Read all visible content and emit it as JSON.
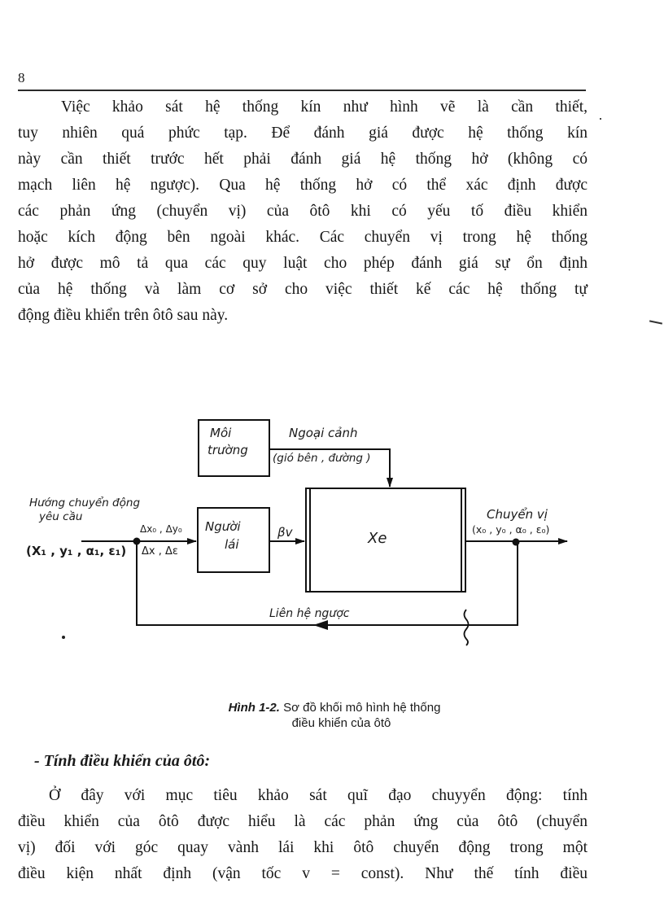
{
  "page": {
    "number": "8"
  },
  "paragraph1": {
    "lines": [
      "Việc  khảo sát hệ thống kín  như  hình vẽ là  cần  thiết,",
      "tuy nhiên  quá phức tạp.  Để đánh  giá được hệ thống  kín",
      "này cần thiết trước hết phải đánh giá hệ thống hở (không có",
      "mạch liên hệ ngược). Qua hệ thống hở có thể xác định được",
      "các phản ứng (chuyển vị) của ôtô khi có yếu tố điều khiển",
      "hoặc kích động bên ngoài khác. Các chuyển vị trong hệ thống",
      "hở được mô tả qua các quy luật cho phép đánh giá sự ổn định",
      "của hệ thống và làm cơ sở cho việc thiết kế các hệ thống tự",
      "động điều khiển trên ôtô sau này."
    ]
  },
  "diagram": {
    "blocks": {
      "environment": {
        "line1": "Môi",
        "line2": "trường"
      },
      "driver": {
        "line1": "Người",
        "line2": "lái"
      },
      "vehicle": {
        "label": "Xe"
      }
    },
    "labels": {
      "disturbance_title": "Ngoại cảnh",
      "disturbance_detail": "(gió bên , đường )",
      "input_title_line1": "Hướng chuyển động",
      "input_title_line2": "yêu cầu",
      "input_vars": "(X₁ , y₁ , α₁, ε₁)",
      "error_top": "Δx₀ , Δy₀",
      "error_bottom": "Δx  , Δε",
      "steer_signal": "βv",
      "output_title": "Chuyển vị",
      "output_vars": "(x₀ , y₀ , α₀ , ε₀)",
      "feedback": "Liên hệ ngược"
    }
  },
  "caption": {
    "figure_label": "Hình 1-2.",
    "line1_text": " Sơ đồ khối mô hình hệ thống",
    "line2_text": "điều khiển của ôtô"
  },
  "section": {
    "heading": "- Tính điều khiển của ôtô:"
  },
  "paragraph2": {
    "lines": [
      "Ở đây với mục tiêu khảo sát quĩ đạo chuyyển động: tính",
      "điều khiển của ôtô được hiểu là các phản ứng của ôtô (chuyển",
      "vị) đối với góc quay vành lái khi ôtô chuyển động trong một",
      "điều kiện nhất định (vận tốc v = const). Như thế tính điều"
    ]
  }
}
